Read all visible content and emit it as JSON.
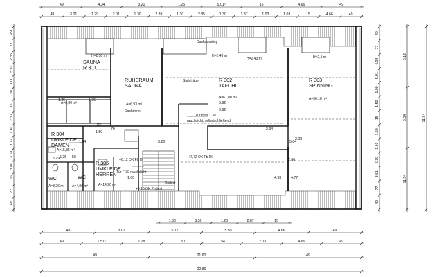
{
  "rooms": [
    {
      "id": "r301",
      "lines": [
        "SAUNA",
        "R 301"
      ]
    },
    {
      "id": "ruheraum",
      "lines": [
        "RUHERAUM",
        "SAUNA"
      ]
    },
    {
      "id": "r302",
      "lines": [
        "R 302",
        "TAI-CHI"
      ]
    },
    {
      "id": "r303",
      "lines": [
        "R 303",
        "SPINNING"
      ]
    },
    {
      "id": "r304",
      "lines": [
        "R 304",
        "UMKLEIDE",
        "DAMEN"
      ]
    },
    {
      "id": "r305",
      "lines": [
        "R 305",
        "UMKLEIDE",
        "HERREN"
      ]
    },
    {
      "id": "wc1",
      "lines": [
        "WC"
      ]
    },
    {
      "id": "wc2",
      "lines": [
        "WC"
      ]
    }
  ],
  "annotations": {
    "dachrinne": "Dachrinne",
    "dachausstieg": "Dachausstieg",
    "tuer_note_1": "Tür max T 30",
    "tuer_note_2": "rauchdicht, selbstschließend",
    "stahltraeger": "Stahlträger",
    "level_1": "+7,72 OK Fb Dl",
    "level_2": "+6,12 OK Fb Dl",
    "level_3": "+6,10 OK Podest",
    "tuer_wc": "Tür F 30 rauchdicht",
    "podest": "Podest",
    "ruheraum_area": "A=6,93 m²",
    "sauna_area": "A=8,80 m²",
    "taichi_area": "A=61,00 m²",
    "spinning_area": "A=50,18 m²",
    "damen_area": "A=15,85 m²",
    "herren_area": "A=14,20 m²",
    "wc1_area": "A=3,26 m²",
    "wc2_area": "A=4,06 m²",
    "gaube_1": "H=2,50 m",
    "gaube_2": "H=2,43 m",
    "gaube_3": "H=2,43 m",
    "gaube_4": "H=2,5 m"
  },
  "dims_top_outer": [
    "49",
    "4.34",
    "3.21",
    "1.25",
    "9.01⁵",
    "15",
    "4.66",
    "49"
  ],
  "dims_top_inner": [
    "49",
    "3.01",
    "1.29",
    "2.01",
    "1.30",
    "2.39",
    "1.30",
    "2.85",
    "1.30",
    "1.87",
    "1.03",
    "1.03",
    "15",
    "4.66",
    "49"
  ],
  "dims_mid_a": [
    "1.30",
    "3.36",
    "1.28",
    "2.87",
    "15"
  ],
  "dims_mid_b": [
    "49",
    "3.01",
    "5.17",
    "5.50",
    "4.66",
    "49"
  ],
  "dims_bottom_a": [
    "49",
    "1.51⁵",
    "1.28",
    "1.50",
    "1.54",
    "12.03",
    "4.66",
    "49"
  ],
  "dims_bottom_b": [
    "49",
    "21.82",
    "49"
  ],
  "dims_bottom_c": [
    "22.80"
  ],
  "dims_left": [
    "49",
    "77",
    "2.35",
    "5.91",
    "1.00",
    "1.50",
    "15",
    "2.30",
    "1.60",
    "1.72",
    "3.18",
    "3.00",
    "1.66",
    "77",
    "49"
  ],
  "dims_right_1": [
    "49",
    "77",
    "4.04",
    "5.91",
    "1.00",
    "1.50",
    "15",
    "1.50",
    "1.60",
    "5.39",
    "3.61",
    "77",
    "49"
  ],
  "dims_right_2": [
    "6.12",
    "3.34",
    "11.54"
  ],
  "dims_right_3": [
    "11.64"
  ],
  "interior_dims": [
    "1.35",
    "1.35",
    "5.92",
    "6.92",
    "2.94",
    "3.26",
    "2.08",
    "1.50",
    "82",
    "79",
    "1.94",
    "5.29",
    "1.00",
    "5.25",
    "50",
    "2.06",
    "5.04",
    "4.77",
    "4.93"
  ]
}
